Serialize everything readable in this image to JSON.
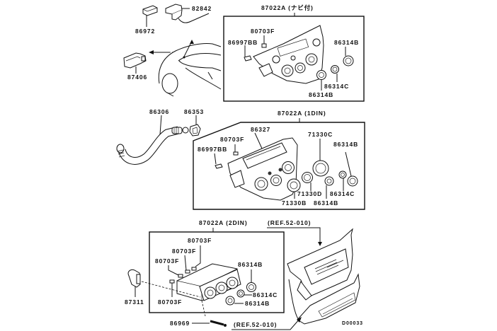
{
  "diagram": {
    "drawing_id": "D00033",
    "top_left_group": {
      "parts": [
        "82842",
        "86972",
        "87406"
      ]
    },
    "box_navi": {
      "title": "87022A (ナビ付)",
      "labels": {
        "p80703f": "80703F",
        "p86997bb": "86997BB",
        "p86314b_a": "86314B",
        "p86314c": "86314C",
        "p86314b_b": "86314B"
      }
    },
    "middle_left_group": {
      "hose": "86306",
      "clip": "86353"
    },
    "box_1din": {
      "title": "87022A (1DIN)",
      "labels": {
        "p86327": "86327",
        "p80703f": "80703F",
        "p86997bb": "86997BB",
        "p71330c": "71330C",
        "p86314b_a": "86314B",
        "p71330d": "71330D",
        "p86314c": "86314C",
        "p71330b": "71330B",
        "p86314b_b": "86314B"
      }
    },
    "box_2din": {
      "title": "87022A (2DIN)",
      "labels": {
        "p80703f_1": "80703F",
        "p80703f_2": "80703F",
        "p80703f_3": "80703F",
        "p80703f_4": "80703F",
        "p86314b_a": "86314B",
        "p86314c": "86314C",
        "p86314b_b": "86314B"
      }
    },
    "bottom_left": {
      "p87311": "87311",
      "p86969": "86969"
    },
    "references": {
      "ref_top": "(REF.52-010)",
      "ref_bottom": "(REF.52-010)"
    }
  }
}
